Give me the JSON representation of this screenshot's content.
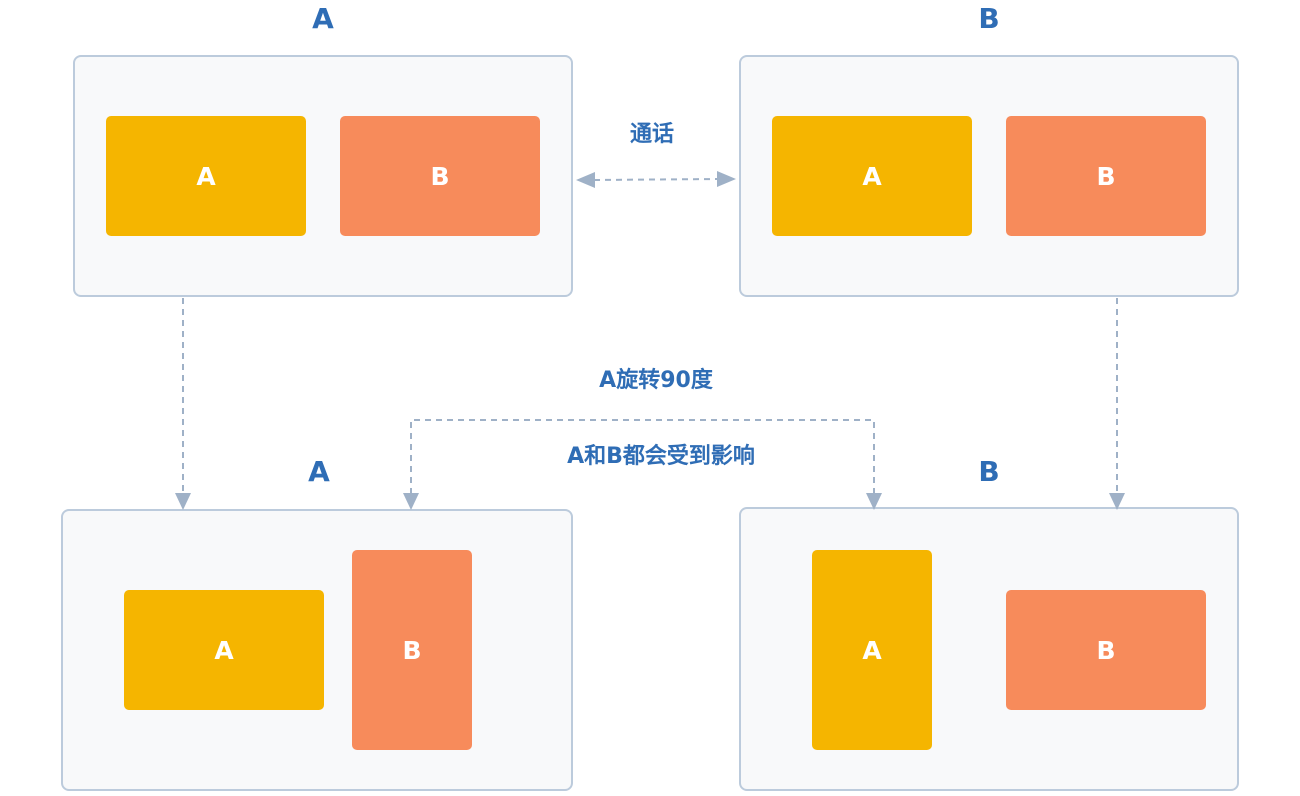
{
  "colors": {
    "tile_a": "#f5b500",
    "tile_b": "#f78b5b",
    "panel_fill": "#f8f9fa",
    "panel_border": "#bccbdc",
    "connector": "#9fb1c7",
    "label_text": "#2f6db5"
  },
  "top_left": {
    "title": "A",
    "tile_a": "A",
    "tile_b": "B"
  },
  "top_right": {
    "title": "B",
    "tile_a": "A",
    "tile_b": "B"
  },
  "bottom_left": {
    "title": "A",
    "tile_a": "A",
    "tile_b": "B"
  },
  "bottom_right": {
    "title": "B",
    "tile_a": "A",
    "tile_b": "B"
  },
  "labels": {
    "call": "通话",
    "rotate": "A旋转90度",
    "effect": "A和B都会受到影响"
  }
}
